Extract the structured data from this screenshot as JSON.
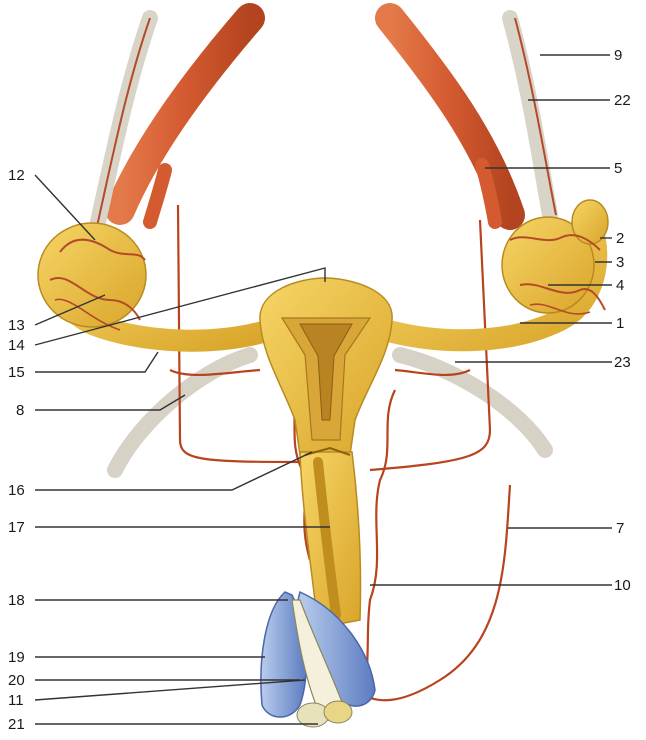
{
  "labels": {
    "l1": "1",
    "l2": "2",
    "l3": "3",
    "l4": "4",
    "l5": "5",
    "l7": "7",
    "l8": "8",
    "l9": "9",
    "l10": "10",
    "l11": "11",
    "l12": "12",
    "l13": "13",
    "l14": "14",
    "l15": "15",
    "l16": "16",
    "l17": "17",
    "l18": "18",
    "l19": "19",
    "l20": "20",
    "l21": "21",
    "l22": "22",
    "l23": "23"
  },
  "colors": {
    "organ": "#e9bb3c",
    "organ_dark": "#c08e1e",
    "cavity": "#b98222",
    "artery": "#d8643a",
    "artery_dark": "#a63b1e",
    "ligament": "#dcdad0",
    "vestibule": "#9fb7dd",
    "leader": "#333333"
  }
}
